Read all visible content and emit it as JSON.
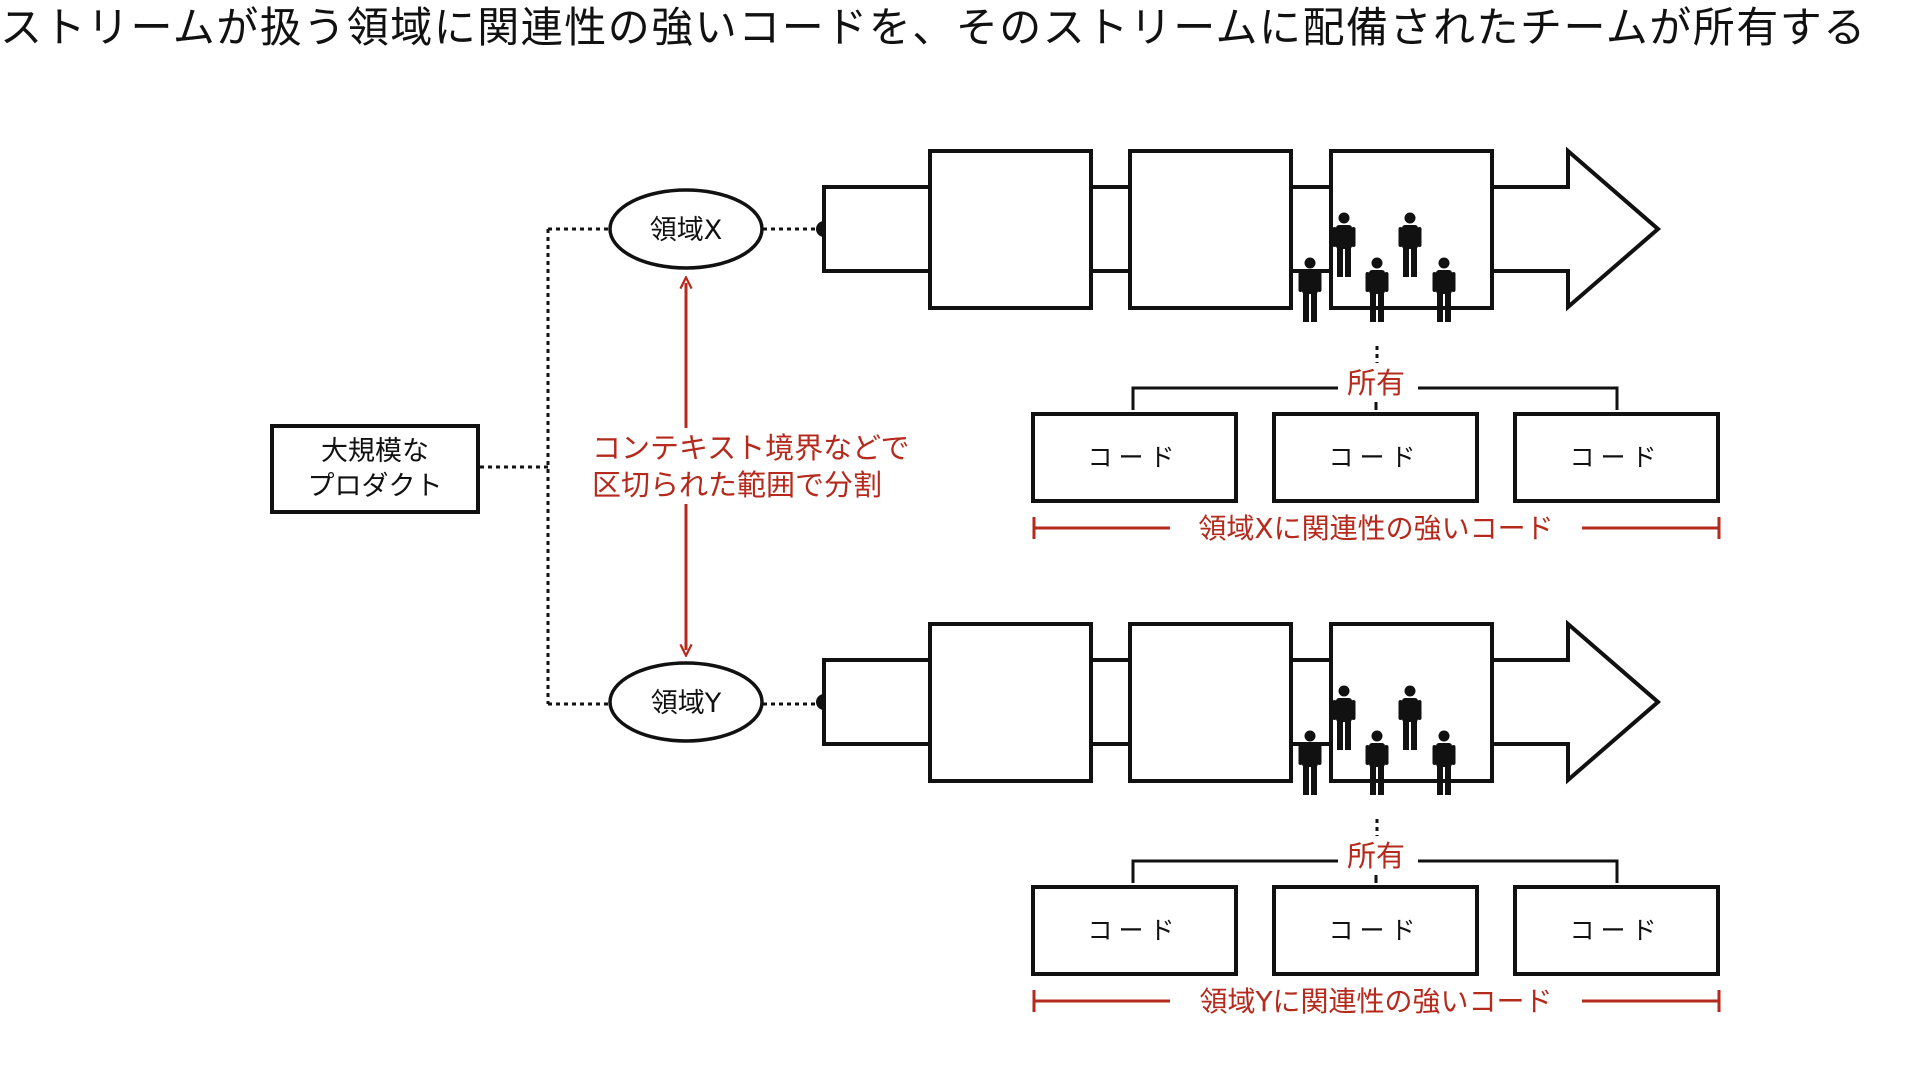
{
  "title": "ストリームが扱う領域に関連性の強いコードを、そのストリームに配備されたチームが所有する",
  "product": {
    "line1": "大規模な",
    "line2": "プロダクト"
  },
  "boundary": {
    "line1": "コンテキスト境界などで",
    "line2": "区切られた範囲で分割"
  },
  "streams": [
    {
      "domain": "領域X",
      "own_label": "所有",
      "codes": [
        "コード",
        "コード",
        "コード"
      ],
      "span_label": "領域Xに関連性の強いコード"
    },
    {
      "domain": "領域Y",
      "own_label": "所有",
      "codes": [
        "コード",
        "コード",
        "コード"
      ],
      "span_label": "領域Yに関連性の強いコード"
    }
  ],
  "colors": {
    "ink": "#111111",
    "accent": "#b52a1c"
  }
}
